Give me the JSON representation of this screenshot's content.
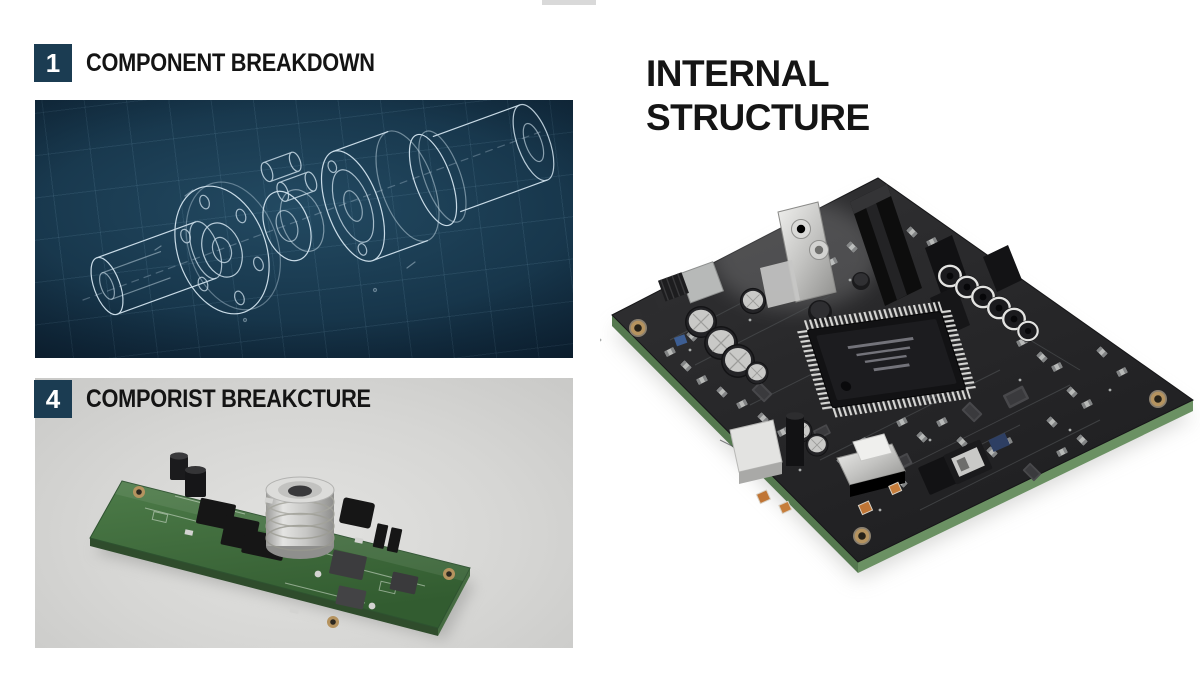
{
  "heading": {
    "line1": "INTERNAL",
    "line2": "STRUCTURE"
  },
  "sections": [
    {
      "number": "1",
      "label": "COMPONENT BREAKDOWN",
      "media": "blueprint-wireframe-coupling"
    },
    {
      "number": "4",
      "label": "COMPORIST BREAKCTURE",
      "media": "green-circuit-board-photo"
    }
  ],
  "right_media": "dark-circuit-board-photo",
  "colors": {
    "badge_navy": "#1b3c52",
    "heading_text": "#151515",
    "blueprint_background": "#17364b",
    "blueprint_line": "#d8e9f4",
    "studio_gray": "#d6d6d4",
    "pcb_green": "#3f6b3c",
    "pcb_dark": "#29292b",
    "pcb_edge_green": "#5e8457",
    "gold_pad": "#b5935f",
    "page_background": "#ffffff"
  }
}
